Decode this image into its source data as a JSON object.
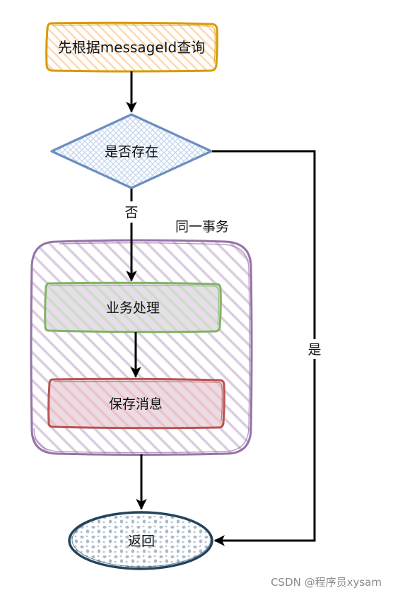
{
  "diagram": {
    "nodes": {
      "query": "先根据messageId查询",
      "exists": "是否存在",
      "transaction_group": "同一事务",
      "business": "业务处理",
      "save_message": "保存消息",
      "return": "返回"
    },
    "edges": {
      "no_label": "否",
      "yes_label": "是"
    },
    "colors": {
      "query_stroke": "#d79b00",
      "query_fill": "#ffe6cc",
      "decision_stroke": "#6c8ebf",
      "decision_fill": "#dae8fc",
      "group_stroke": "#9673a6",
      "group_fill": "#e1d5e7",
      "business_stroke": "#82b366",
      "business_fill": "#d5e8d4",
      "save_stroke": "#b85450",
      "save_fill": "#f8cecc",
      "return_stroke": "#23445d",
      "return_fill": "#bac8d3"
    }
  },
  "watermark": "CSDN @程序员xysam"
}
